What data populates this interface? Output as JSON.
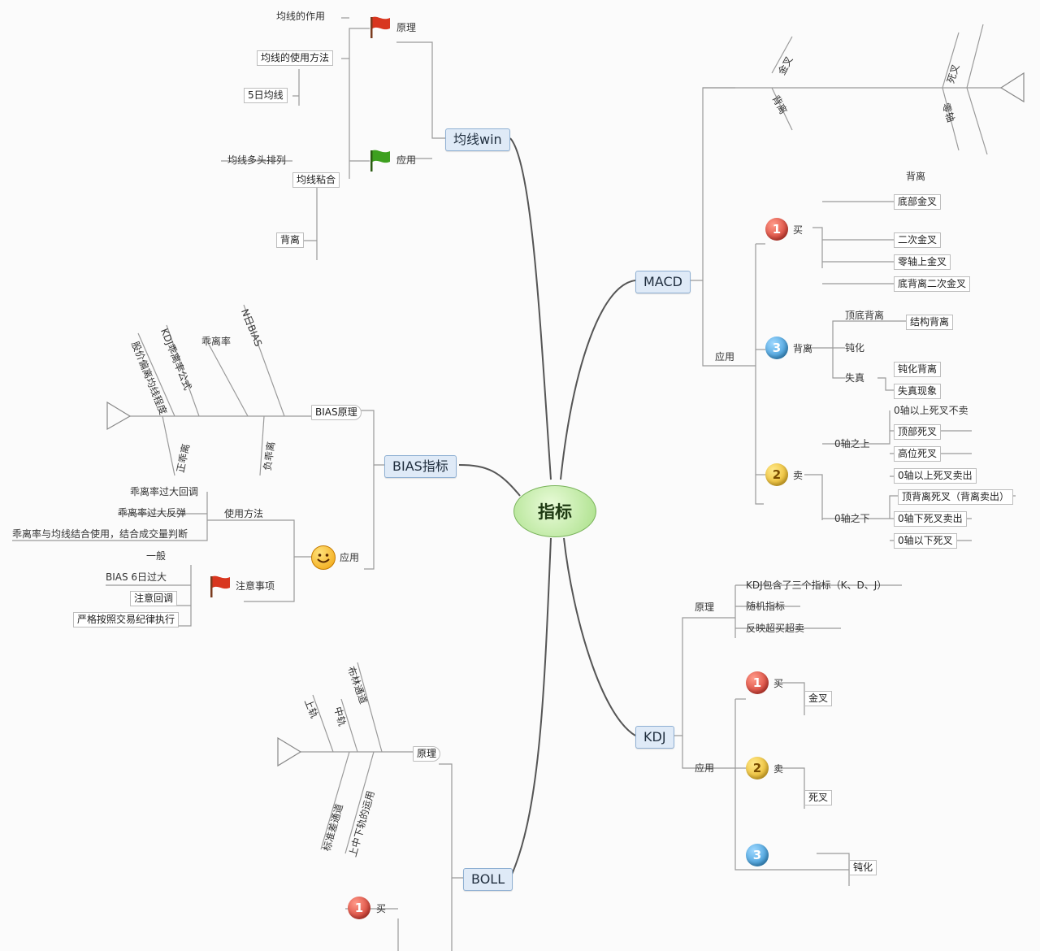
{
  "central": {
    "label": "指标"
  },
  "branches": {
    "ma": {
      "label": "均线win"
    },
    "macd": {
      "label": "MACD"
    },
    "bias": {
      "label": "BIAS指标"
    },
    "boll": {
      "label": "BOLL"
    },
    "kdj": {
      "label": "KDJ"
    }
  },
  "ma_detail": {
    "top_leaf_1": "均线的作用",
    "top_leaf_2": "均线的使用方法",
    "top_leaf_3": "5日均线",
    "mid_leaf_1": "均线多头排列",
    "mid_leaf_2": "均线粘合",
    "bottom_leaf": "背离",
    "flag_red_label": "原理",
    "flag_green_label": "应用"
  },
  "macd_detail": {
    "fish_head_upper_1": "金叉",
    "fish_head_upper_2": "死叉",
    "fish_head_lower_1": "背离",
    "fish_head_lower_2": "零轴",
    "app_label": "应用",
    "buy_label": "买",
    "watch_label": "背离",
    "sell_label": "卖",
    "buy_top": "背离",
    "buy_leaf_1": "底部金叉",
    "buy_leaf_2": "二次金叉",
    "buy_leaf_3": "零轴上金叉",
    "buy_leaf_4": "底背离二次金叉",
    "watch_sub_1": "顶底背离",
    "watch_sub_2": "钝化",
    "watch_sub_3": "失真",
    "watch_leaf_1": "结构背离",
    "watch_leaf_2": "钝化背离",
    "watch_leaf_3": "失真现象",
    "sell_sub_1": "0轴之上",
    "sell_sub_2": "0轴之下",
    "sell_head": "0轴以上死叉不卖",
    "sell_leaf_1": "顶部死叉",
    "sell_leaf_2": "高位死叉",
    "sell_leaf_3": "0轴以上死叉卖出",
    "sell_leaf_4": "顶背离死叉（背离卖出）",
    "sell_leaf_5": "0轴下死叉卖出",
    "sell_leaf_6": "0轴以下死叉"
  },
  "bias_detail": {
    "fish_label": "BIAS原理",
    "fish_upper_1": "乖离率",
    "fish_upper_2": "股价偏离均线程度",
    "fish_upper_3": "KDJ乖离率公式",
    "fish_upper_4": "N日BIAS",
    "fish_lower_1": "正乖离",
    "fish_lower_2": "负乖离",
    "app_label": "应用",
    "usage_label": "使用方法",
    "usage_leaf_1": "乖离率过大回调",
    "usage_leaf_2": "乖离率过大反弹",
    "usage_leaf_3": "乖离率与均线结合使用，结合成交量判断",
    "flag_label": "注意事项",
    "note_1": "一般",
    "note_2": "BIAS 6日过大",
    "note_3": "注意回调",
    "note_4": "严格按照交易纪律执行"
  },
  "boll_detail": {
    "fish_label": "原理",
    "fish_upper_1": "上轨",
    "fish_upper_2": "中轨",
    "fish_upper_3": "布林通道",
    "fish_lower_1": "标准差通道",
    "fish_lower_2": "上中下轨的运用",
    "buy_label": "买"
  },
  "kdj_detail": {
    "principle_label": "原理",
    "principle_leaf_1": "KDJ包含了三个指标（K、D、J）",
    "principle_leaf_2": "随机指标",
    "principle_leaf_3": "反映超买超卖",
    "app_label": "应用",
    "buy_label": "买",
    "sell_label": "卖",
    "buy_leaf": "金叉",
    "sell_leaf": "死叉",
    "third_leaf": "钝化"
  },
  "colors": {
    "node_fill": "#dfeaf7",
    "node_border": "#8fb0d3",
    "center_fill": "#a8df86",
    "line": "#777777",
    "red": "#c8231a",
    "yellow": "#e3a90e",
    "blue": "#1f86c9",
    "green_flag": "#3ea01f"
  }
}
